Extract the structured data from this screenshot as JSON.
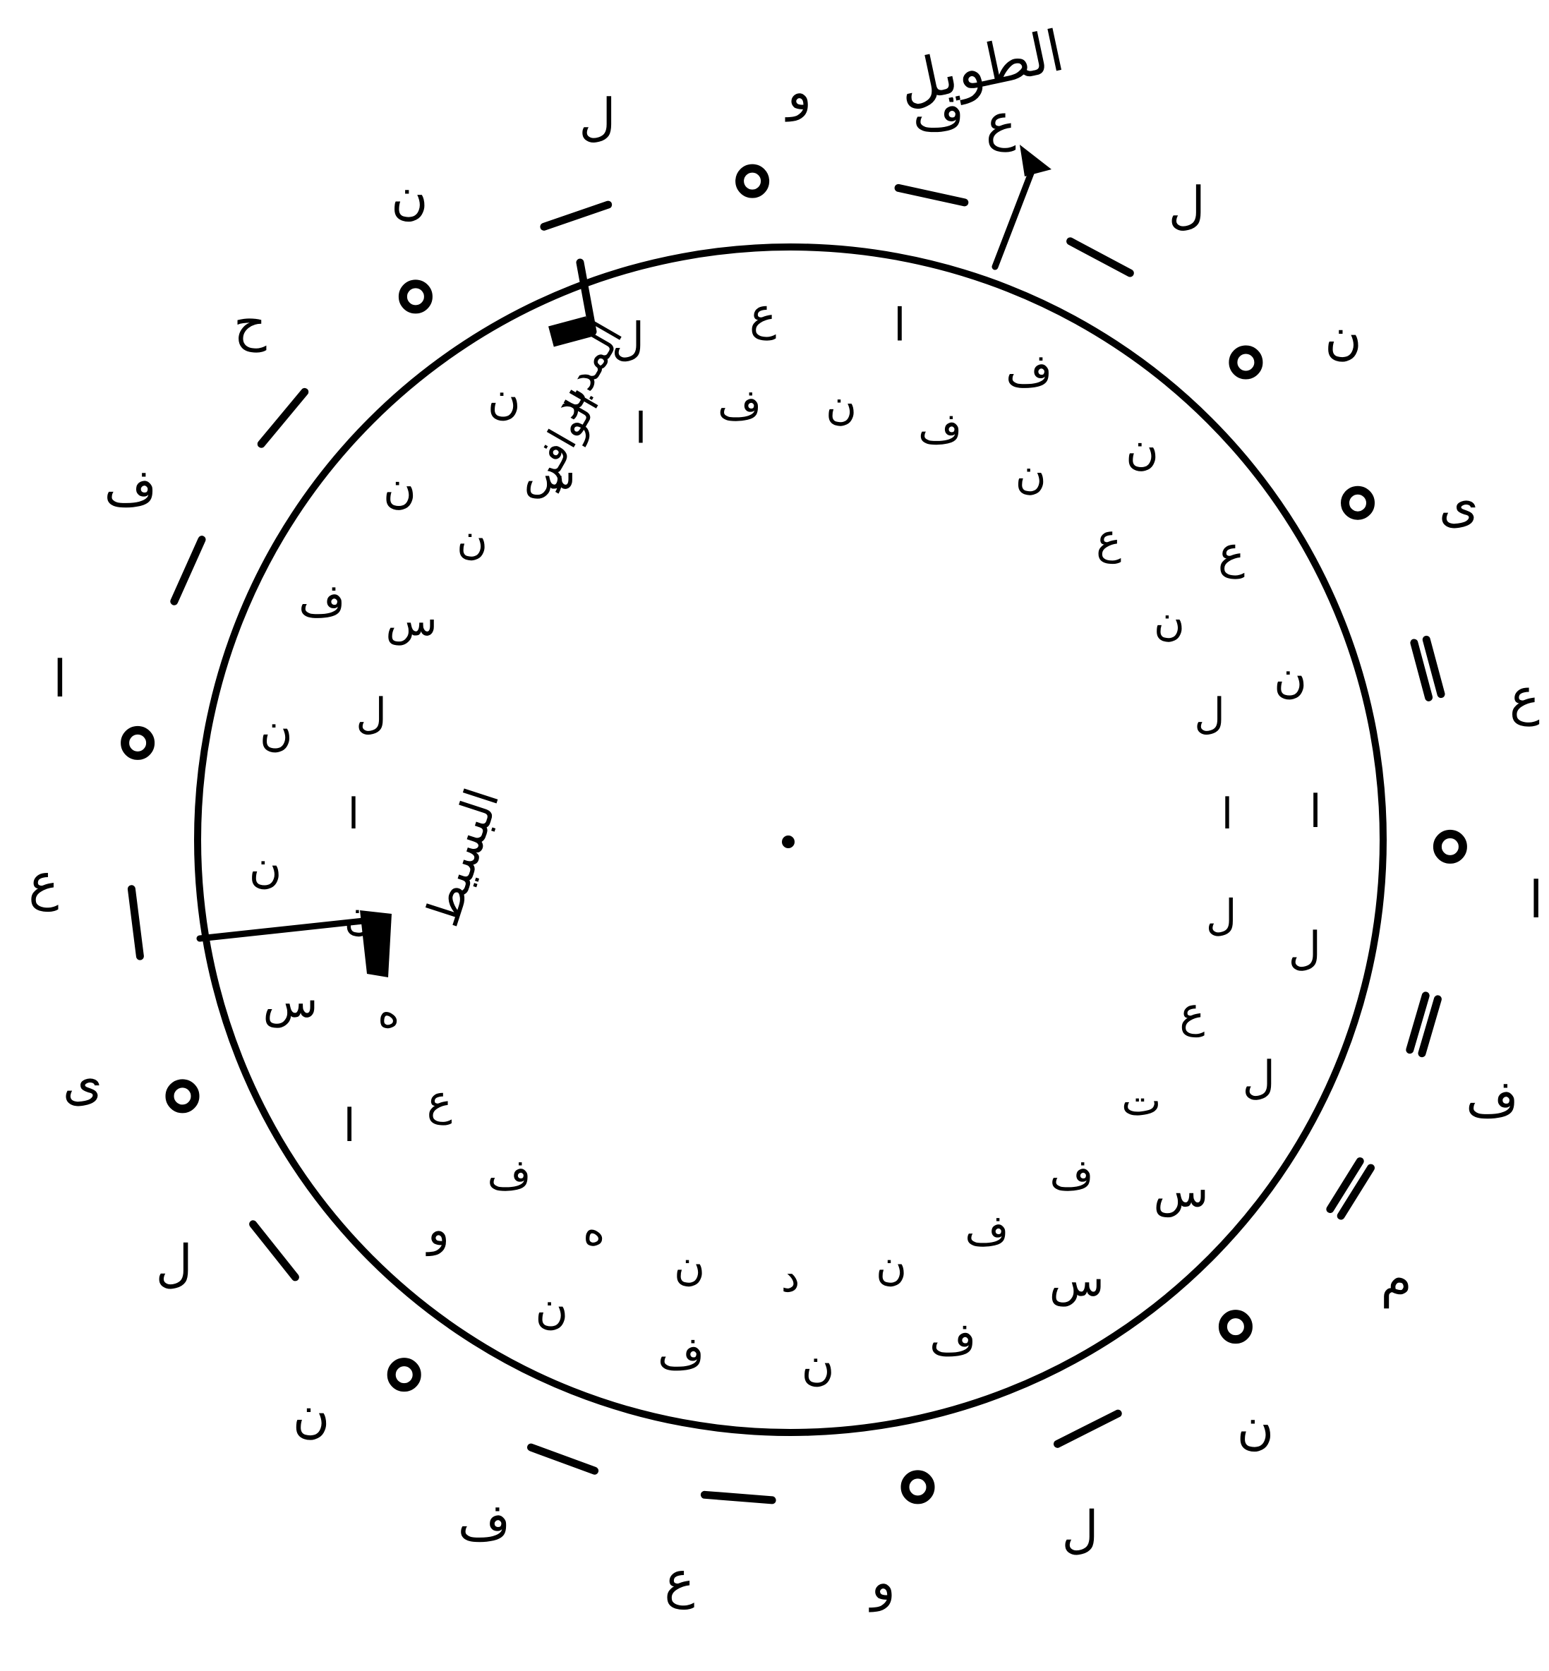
{
  "diagram": {
    "labels": {
      "long_circle": "الطويل",
      "long_foot": "ف",
      "madeed": "المديد",
      "wafir": "الوافر",
      "baseet": "البسيط"
    },
    "outer_ring": [
      {
        "glyph": "ل",
        "marker": "line"
      },
      {
        "glyph": "ن",
        "marker": "ring"
      },
      {
        "glyph": "ى",
        "marker": "ring"
      },
      {
        "glyph": "ع",
        "marker": "double"
      },
      {
        "glyph": "ا",
        "marker": "ring"
      },
      {
        "glyph": "ف",
        "marker": "double"
      },
      {
        "glyph": "م",
        "marker": "double"
      },
      {
        "glyph": "ن",
        "marker": "ring"
      },
      {
        "glyph": "ل",
        "marker": "line"
      },
      {
        "glyph": "و",
        "marker": "ring"
      },
      {
        "glyph": "ع",
        "marker": "line"
      },
      {
        "glyph": "ف",
        "marker": "line"
      },
      {
        "glyph": "ن",
        "marker": "ring"
      },
      {
        "glyph": "ل",
        "marker": "line"
      },
      {
        "glyph": "ى",
        "marker": "ring"
      },
      {
        "glyph": "ع",
        "marker": "line"
      },
      {
        "glyph": "ا",
        "marker": "ring"
      },
      {
        "glyph": "ف",
        "marker": "line"
      },
      {
        "glyph": "ح",
        "marker": "line"
      },
      {
        "glyph": "ن",
        "marker": "ring"
      },
      {
        "glyph": "ل",
        "marker": "line"
      },
      {
        "glyph": "و",
        "marker": "ring"
      },
      {
        "glyph": "ع",
        "marker": "line"
      }
    ],
    "inner_ring_1": [
      "ا",
      "ف",
      "ن",
      "ع",
      "ن",
      "ا",
      "ل",
      "ل",
      "س",
      "س",
      "ف",
      "ن",
      "ف",
      "ن",
      "و",
      "ا",
      "س",
      "ن",
      "ن",
      "ف",
      "ن",
      "ن",
      "ل",
      "ع"
    ],
    "inner_ring_2": [
      "ف",
      "ن",
      "ع",
      "ن",
      "ل",
      "ا",
      "ل",
      "ع",
      "ت",
      "ف",
      "ف",
      "ن",
      "د",
      "ن",
      "ه",
      "ف",
      "ع",
      "ه",
      "ن",
      "ا",
      "ل",
      "س",
      "ن",
      "س",
      "ا",
      "ف",
      "ن"
    ]
  }
}
